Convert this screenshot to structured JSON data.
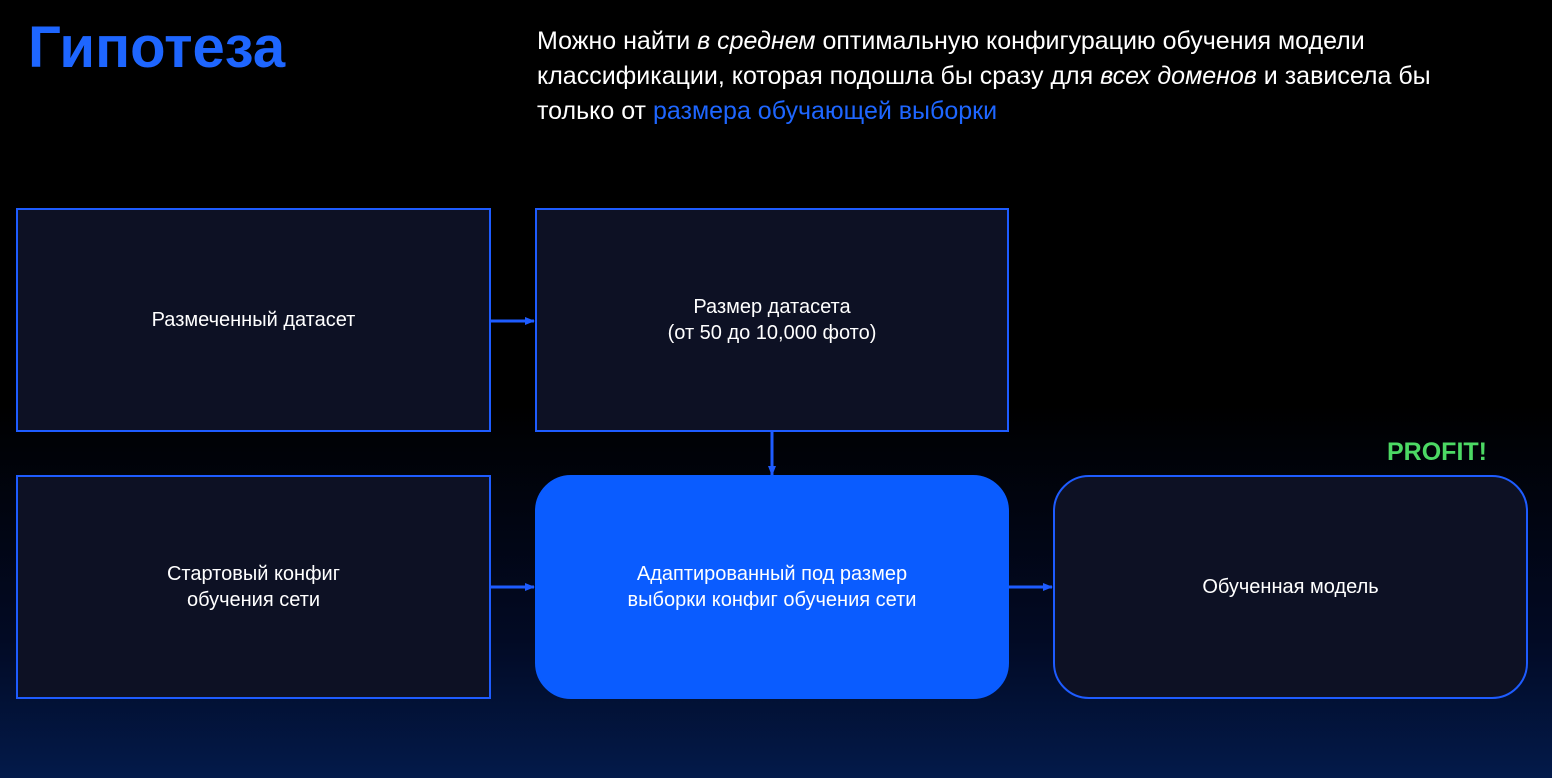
{
  "slide": {
    "title": "Гипотеза",
    "hypothesis": {
      "part1": "Можно найти ",
      "em1": "в среднем",
      "part2": " оптимальную конфигурацию обучения модели классификации, которая подошла бы сразу для ",
      "em2": "всех доменов",
      "part3": " и зависела бы только от ",
      "highlight": "размера обучающей выборки"
    }
  },
  "diagram": {
    "nodes": {
      "labeled_dataset": {
        "lines": [
          "Размеченный датасет"
        ]
      },
      "dataset_size": {
        "lines": [
          "Размер датасета",
          "(от 50 до 10,000 фото)"
        ]
      },
      "start_config": {
        "lines": [
          "Стартовый конфиг",
          "обучения сети"
        ]
      },
      "adapted_config": {
        "lines": [
          "Адаптированный под размер",
          "выборки конфиг обучения сети"
        ]
      },
      "trained_model": {
        "lines": [
          "Обученная модель"
        ]
      }
    },
    "profit_label": "PROFIT!",
    "edges": [
      {
        "from": "labeled_dataset",
        "to": "dataset_size"
      },
      {
        "from": "dataset_size",
        "to": "adapted_config"
      },
      {
        "from": "start_config",
        "to": "adapted_config"
      },
      {
        "from": "adapted_config",
        "to": "trained_model"
      }
    ]
  },
  "colors": {
    "accent": "#1e66ff",
    "box_fill": "#0d1124",
    "box_border": "#1e5cff",
    "highlight_box": "#0a5cff",
    "profit": "#4cd964"
  }
}
